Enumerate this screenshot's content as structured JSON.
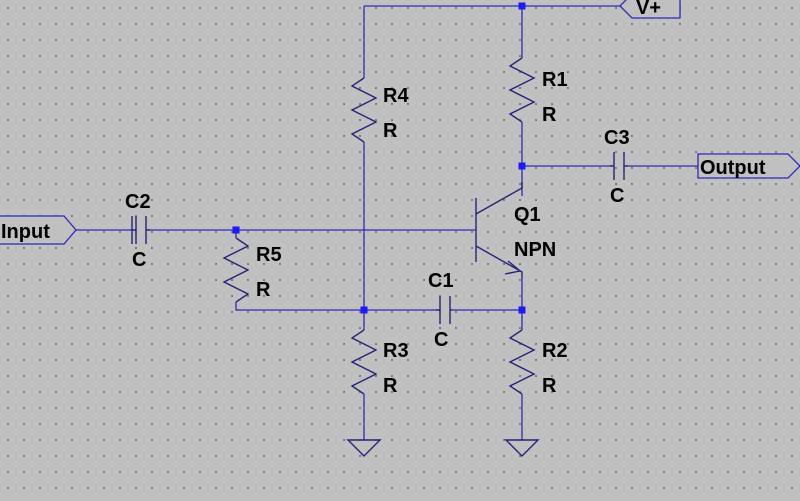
{
  "ports": {
    "input": "Input",
    "output": "Output",
    "vplus": "V+"
  },
  "components": {
    "r1": {
      "name": "R1",
      "value": "R"
    },
    "r2": {
      "name": "R2",
      "value": "R"
    },
    "r3": {
      "name": "R3",
      "value": "R"
    },
    "r4": {
      "name": "R4",
      "value": "R"
    },
    "r5": {
      "name": "R5",
      "value": "R"
    },
    "c1": {
      "name": "C1",
      "value": "C"
    },
    "c2": {
      "name": "C2",
      "value": "C"
    },
    "c3": {
      "name": "C3",
      "value": "C"
    },
    "q1": {
      "name": "Q1",
      "value": "NPN"
    }
  },
  "colors": {
    "wire": "#2b2bb6",
    "component": "#24247a",
    "junction": "#1a1aff",
    "background": "#c0c0c0",
    "grid_dot": "#6e6e6e"
  }
}
